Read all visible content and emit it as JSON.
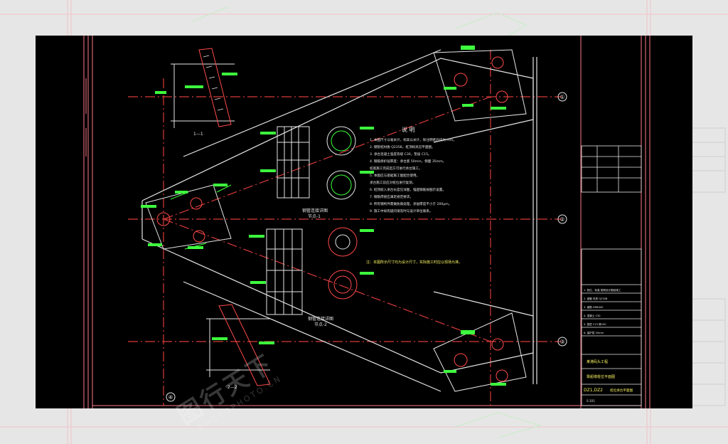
{
  "drawing": {
    "notes_title": "说 明",
    "note_lines": [
      "1. 本图尺寸以毫米计，标高以米计，除注明者外均为 mm。",
      "2. 钢管桩材质 Q235B，桩顶标高见平面图。",
      "3. 承台混凝土强度等级 C30，垫层 C15。",
      "4. 钢筋保护层厚度：承台底 50mm，侧面 35mm。",
      "   桩基施工完成后方可进行承台施工。",
      "5. 本图应与基础施工图配合使用。",
      "   承台施工前应对桩位进行复测。",
      "6. 桩顶嵌入承台长度见详图，锚固钢筋按图示设置。",
      "7. 钢筋焊接应满足规范要求。",
      "8. 所有钢构件需做防腐处理，涂层厚度不小于 200μm。",
      "9. 施工中如有疑问请及时与设计单位联系。"
    ],
    "extra_note": "注：本图所示尺寸均为设计尺寸，实际施工时应以现场为准。",
    "section_labels": [
      "1—1",
      "2—2"
    ],
    "detail_labels": [
      "钢管连接详图",
      "节点-1",
      "钢管连接详图",
      "节点-2"
    ],
    "axis_markers": [
      "①",
      "②",
      "③",
      "④"
    ],
    "title_block": {
      "project_name": "某港码头工程",
      "drawing_name": "靠船墩桩位平面图",
      "drawing_code": "DZ1,DZ2",
      "drawing_title": "桩位承台平面图",
      "drawing_number": "S-101",
      "rev_rows": [
        "1. 桩位、标高 按照设计图纸施工",
        "2. 钢管 材质 Q235B",
        "3. 钢筋 HRB400",
        "4. 混凝土 C30",
        "5. 垫层 C15 厚100",
        "6. 保护层 50mm"
      ]
    },
    "watermark": "图行天下",
    "watermark_sub": "PHOTOPHOTO.CN",
    "colors": {
      "line_white": "#e6e6e6",
      "line_red": "#ff4a4a",
      "line_green": "#3dff3d",
      "frame_pink": "#ff7a8a",
      "text_yellow": "#f6f060",
      "background": "#000000"
    }
  }
}
